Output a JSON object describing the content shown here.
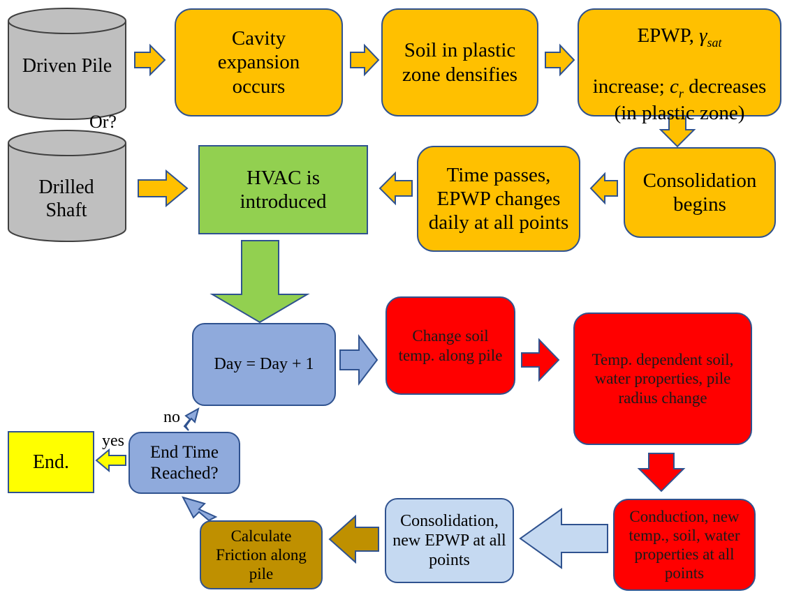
{
  "nodes": {
    "driven_pile": "Driven Pile",
    "drilled_shaft": "Drilled Shaft",
    "or_label": "Or?",
    "cavity_expansion": "Cavity expansion occurs",
    "soil_densifies": "Soil in plastic zone densifies",
    "epwp_line1_prefix": "EPWP, ",
    "epwp_gamma": "γ",
    "epwp_gamma_sub": "sat",
    "epwp_line2_prefix": "increase; ",
    "epwp_cr": "c",
    "epwp_cr_sub": "r",
    "epwp_line2_suffix": " decreases",
    "epwp_line3": "(in plastic zone)",
    "consolidation_begins": "Consolidation begins",
    "time_passes": "Time passes, EPWP changes daily at all points",
    "hvac_introduced": "HVAC is introduced",
    "day_increment": "Day = Day + 1",
    "change_soil_temp": "Change soil temp. along pile",
    "temp_dependent": "Temp. dependent soil, water properties, pile radius change",
    "conduction": "Conduction, new temp., soil, water properties at all points",
    "consolidation_new_epwp": "Consolidation, new EPWP at all points",
    "calculate_friction": "Calculate Friction along pile",
    "end_time_reached": "End Time Reached?",
    "end": "End."
  },
  "edge_labels": {
    "no": "no",
    "yes": "yes"
  },
  "colors": {
    "orange": "#ffc000",
    "green": "#92d050",
    "blue": "#8faadc",
    "red": "#ff0000",
    "light_blue": "#c5d9f1",
    "brown": "#bf9000",
    "yellow": "#ffff00",
    "gray": "#bfbfbf",
    "outline": "#2f528f"
  }
}
